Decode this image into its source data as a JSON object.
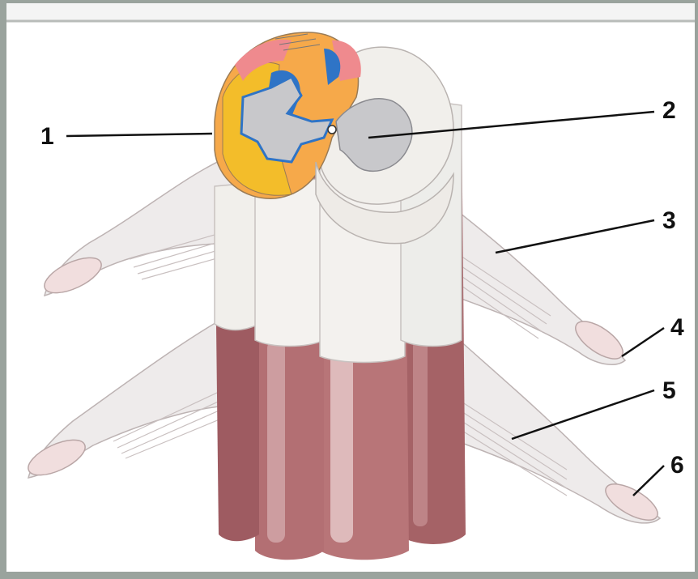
{
  "figure": {
    "labels": [
      {
        "id": "1",
        "text": "1"
      },
      {
        "id": "2",
        "text": "2"
      },
      {
        "id": "3",
        "text": "3"
      },
      {
        "id": "4",
        "text": "4"
      },
      {
        "id": "5",
        "text": "5"
      },
      {
        "id": "6",
        "text": "6"
      }
    ]
  },
  "colors": {
    "frame": "#9aa39d",
    "paper": "#ffffff",
    "white_matter": "#efeeea",
    "column_red": "#b36f6f",
    "column_red_dark": "#8e4f56",
    "column_highlight": "#e2c4c4",
    "gray_matter": "#c9c9cc",
    "tract_yellow": "#f2b61f",
    "tract_orange": "#f3952c",
    "tract_pink": "#f0868a",
    "tract_blue": "#2f74c6",
    "rootlets": "#e9e6e6",
    "line": "#111111"
  }
}
